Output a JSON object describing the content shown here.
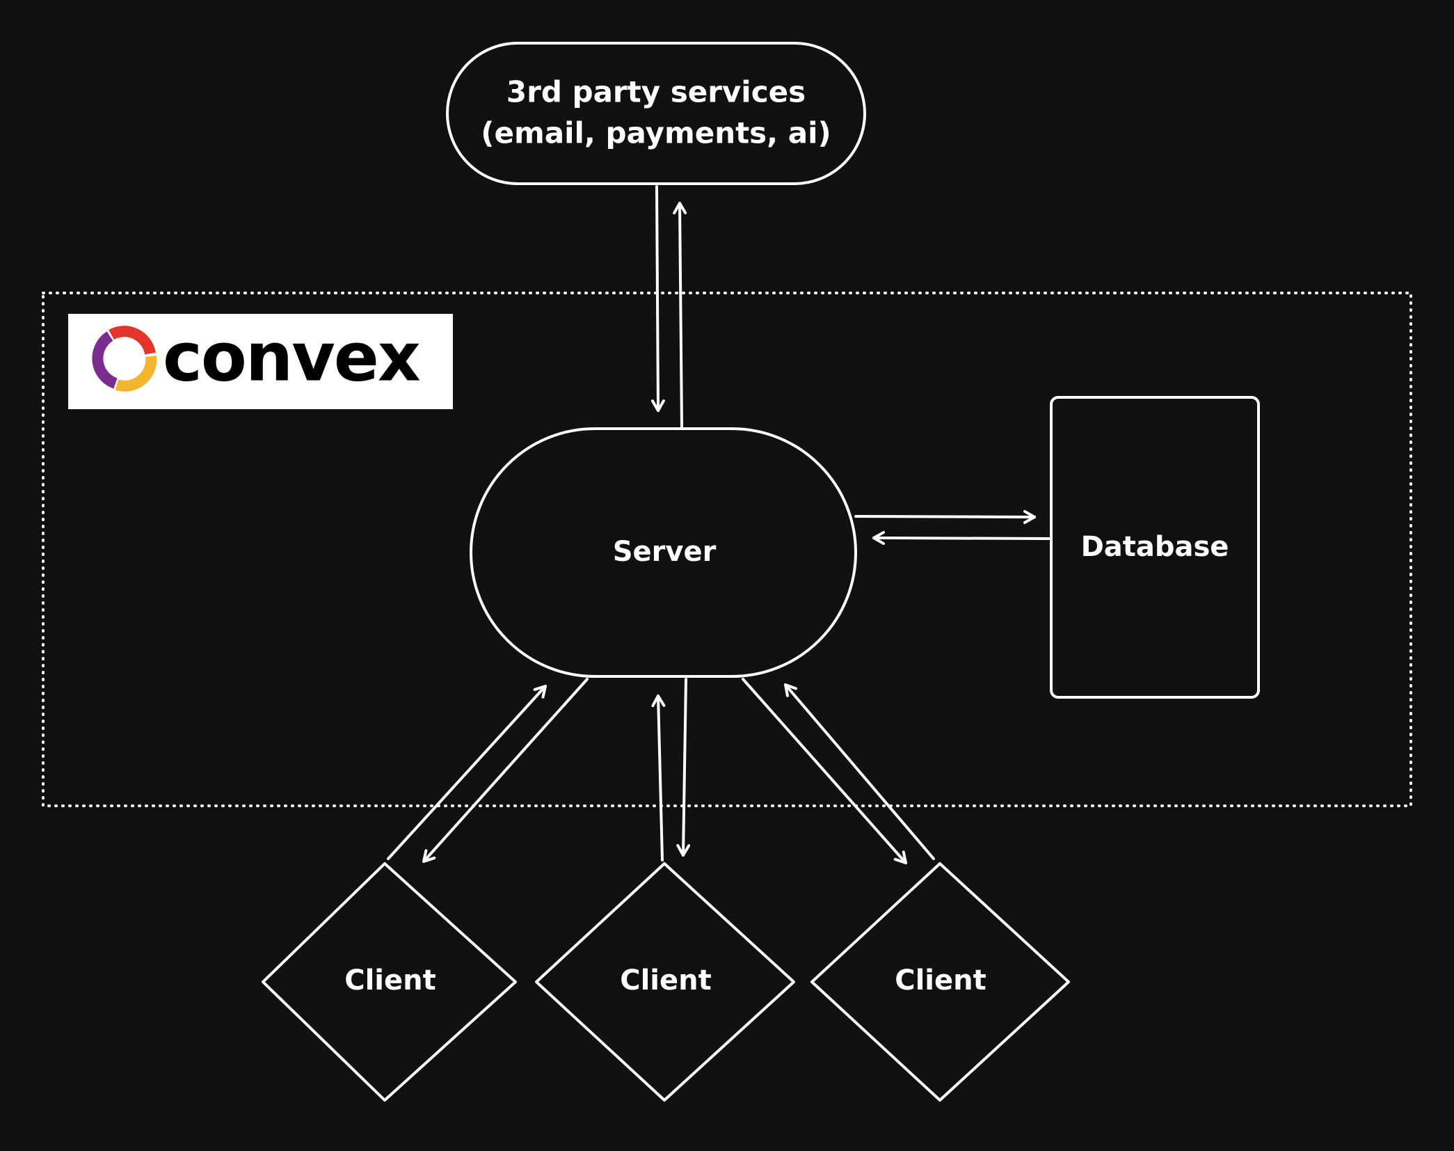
{
  "nodes": {
    "third_party": {
      "line1": "3rd party services",
      "line2": "(email, payments, ai)"
    },
    "server": {
      "label": "Server"
    },
    "database": {
      "label": "Database"
    },
    "clients": [
      {
        "label": "Client"
      },
      {
        "label": "Client"
      },
      {
        "label": "Client"
      }
    ]
  },
  "logo": {
    "wordmark": "convex",
    "colors": {
      "purple": "#7B2D8E",
      "red": "#E5352B",
      "yellow": "#F2B52D"
    }
  },
  "colors": {
    "background": "#111111",
    "stroke": "#ffffff",
    "logo_background": "#ffffff",
    "logo_text": "#000000"
  }
}
